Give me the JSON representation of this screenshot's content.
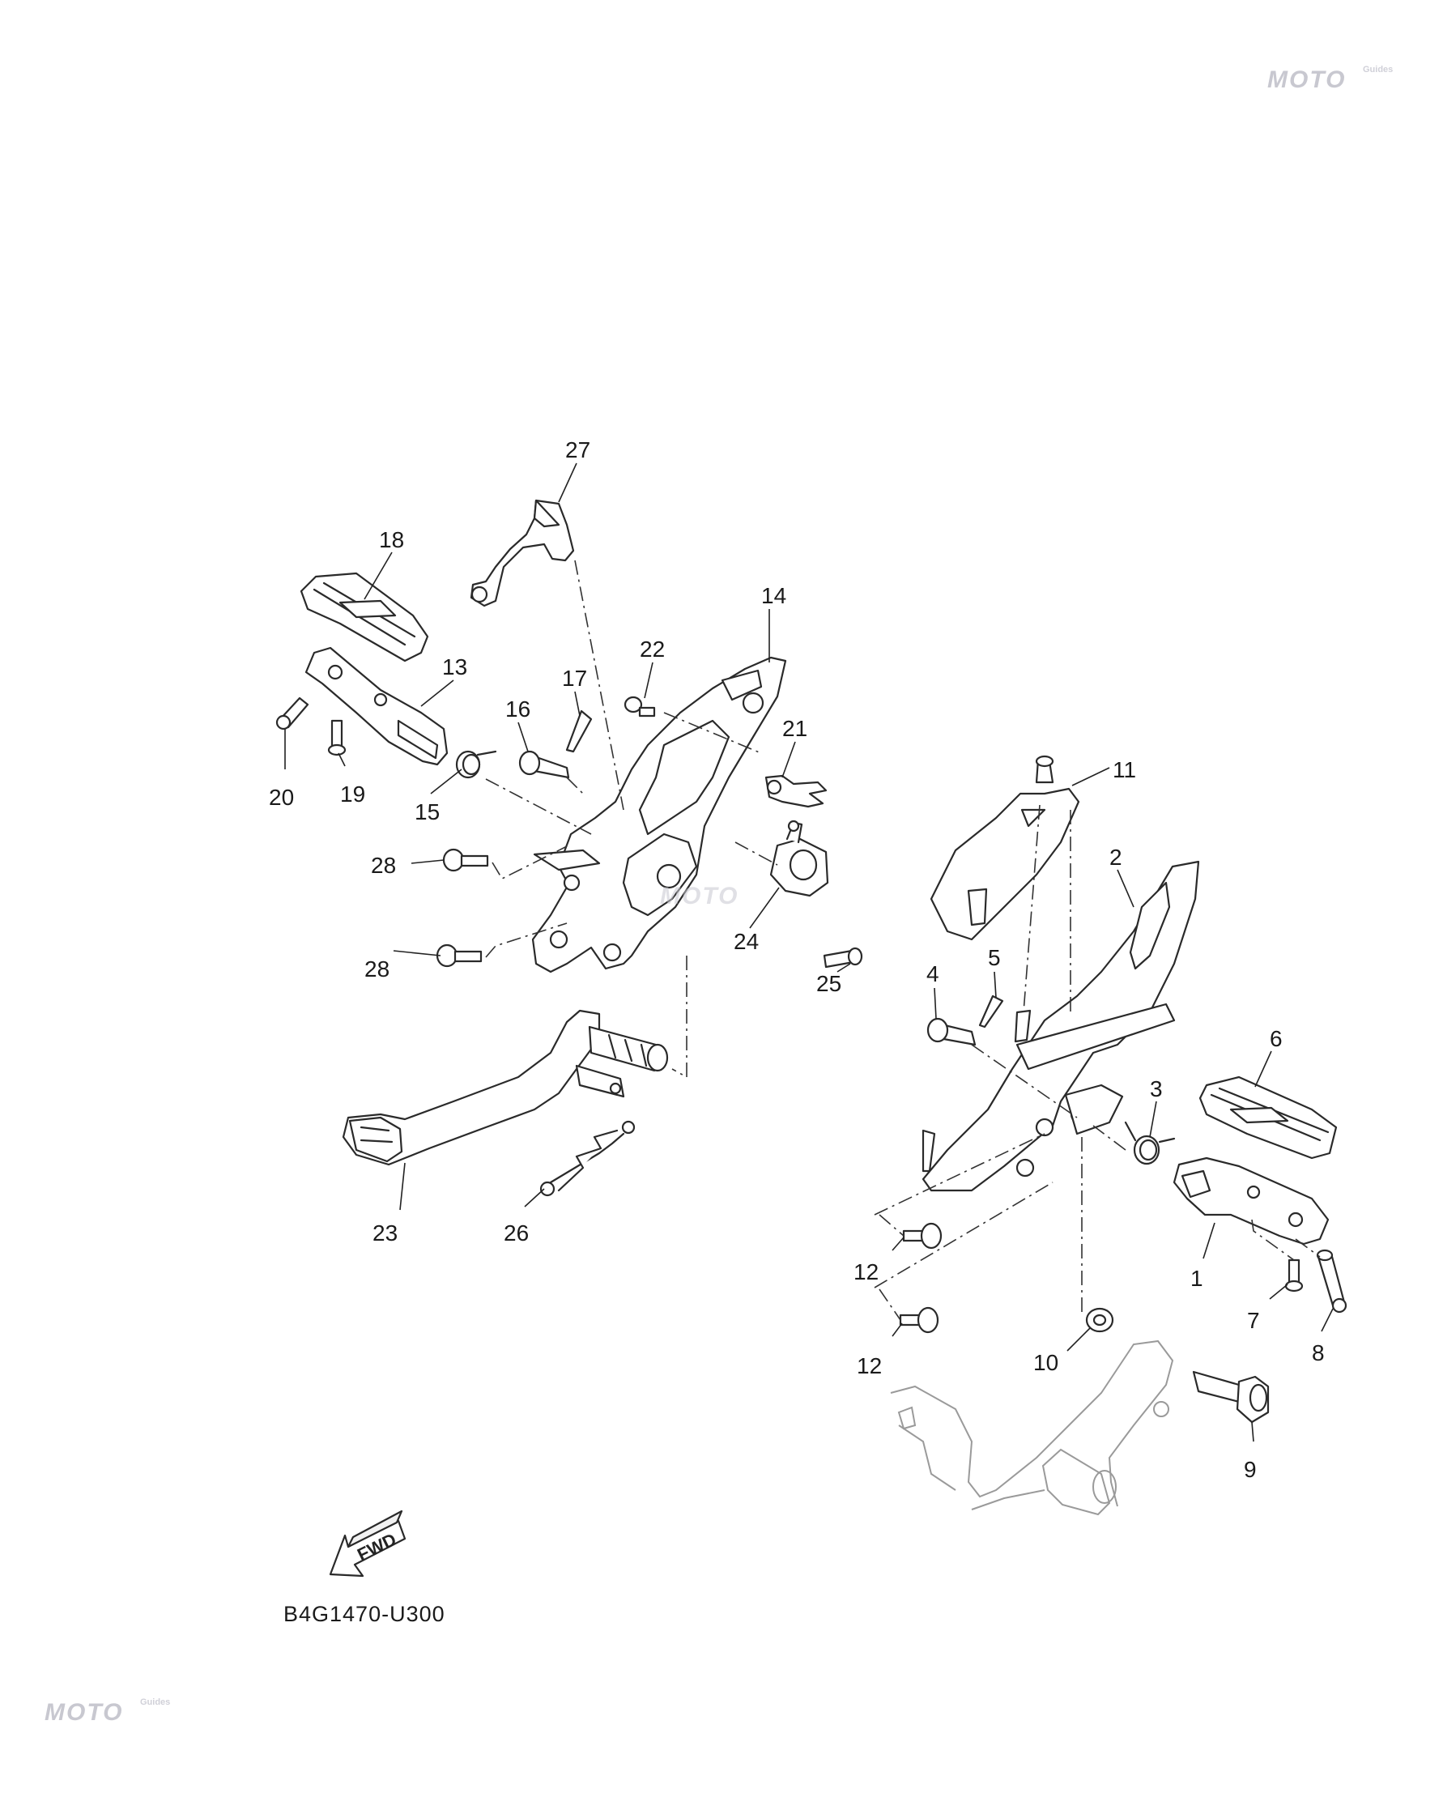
{
  "diagram_code": "B4G1470-U300",
  "fwd_label": "FWD",
  "watermark": {
    "brand": "MOTO",
    "sub": "Guides"
  },
  "callouts": {
    "c1": "1",
    "c2": "2",
    "c3": "3",
    "c4": "4",
    "c5": "5",
    "c6": "6",
    "c7": "7",
    "c8": "8",
    "c9": "9",
    "c10": "10",
    "c11": "11",
    "c12a": "12",
    "c12b": "12",
    "c13": "13",
    "c14": "14",
    "c15": "15",
    "c16": "16",
    "c17": "17",
    "c18": "18",
    "c19": "19",
    "c20": "20",
    "c21": "21",
    "c22": "22",
    "c23": "23",
    "c24": "24",
    "c25": "25",
    "c26": "26",
    "c27": "27",
    "c28a": "28",
    "c28b": "28"
  },
  "colors": {
    "line": "#2a2a2a",
    "ghost": "#9a9a9a",
    "watermark": "#c8c8d0"
  }
}
